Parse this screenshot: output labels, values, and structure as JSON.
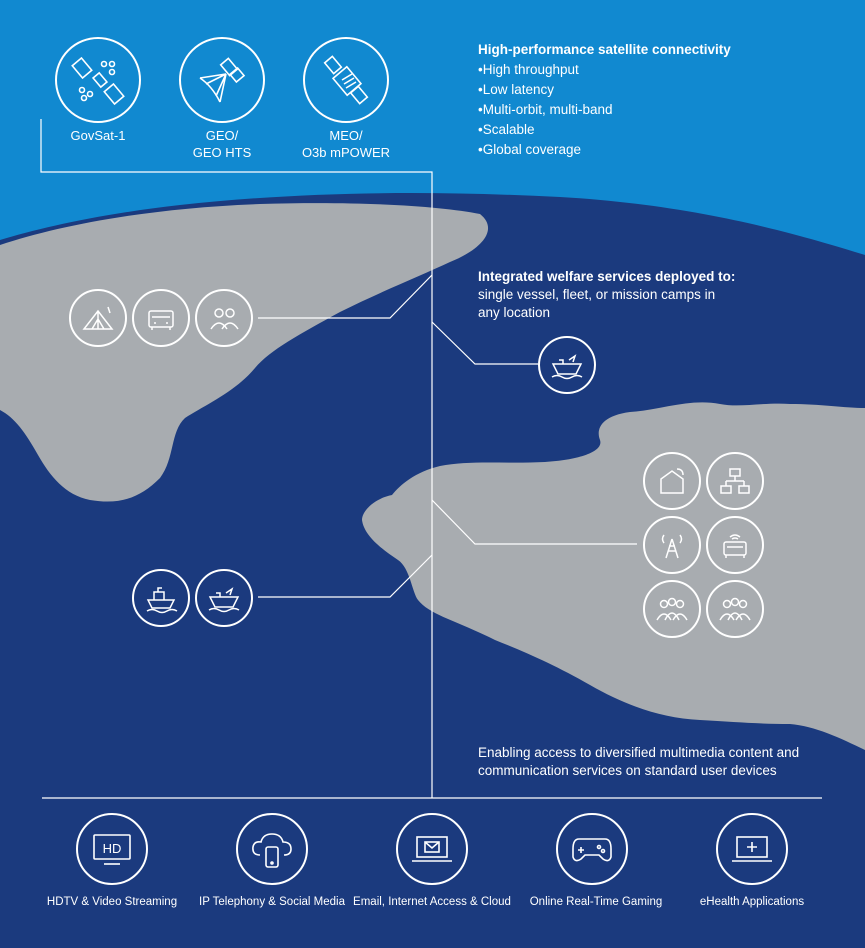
{
  "top": {
    "satellites": [
      {
        "label": "GovSat-1",
        "icon": "satellite-icon"
      },
      {
        "label_line1": "GEO/",
        "label_line2": "GEO HTS",
        "icon": "geo-satellite-icon"
      },
      {
        "label_line1": "MEO/",
        "label_line2": "O3b mPOWER",
        "icon": "meo-satellite-icon"
      }
    ],
    "heading": "High-performance satellite connectivity",
    "bullets": [
      "High throughput",
      "Low latency",
      "Multi-orbit, multi-band",
      "Scalable",
      "Global coverage"
    ]
  },
  "welfare": {
    "heading": "Integrated welfare services deployed to:",
    "body_line1": "single vessel, fleet, or mission camps in",
    "body_line2": "any location"
  },
  "multimedia": {
    "line1": "Enabling access to diversified multimedia content and",
    "line2": "communication services on standard user devices"
  },
  "services": [
    {
      "label": "HDTV & Video Streaming",
      "icon": "hd-tv-icon",
      "icon_text": "HD"
    },
    {
      "label": "IP Telephony & Social Media",
      "icon": "cloud-phone-icon"
    },
    {
      "label": "Email, Internet Access & Cloud",
      "icon": "laptop-mail-icon"
    },
    {
      "label": "Online Real-Time Gaming",
      "icon": "gamepad-icon"
    },
    {
      "label": "eHealth Applications",
      "icon": "laptop-health-icon"
    }
  ],
  "colors": {
    "sky": "#1189d0",
    "navy": "#1b3a7e",
    "land": "#a8acb0",
    "line": "#ffffff"
  }
}
